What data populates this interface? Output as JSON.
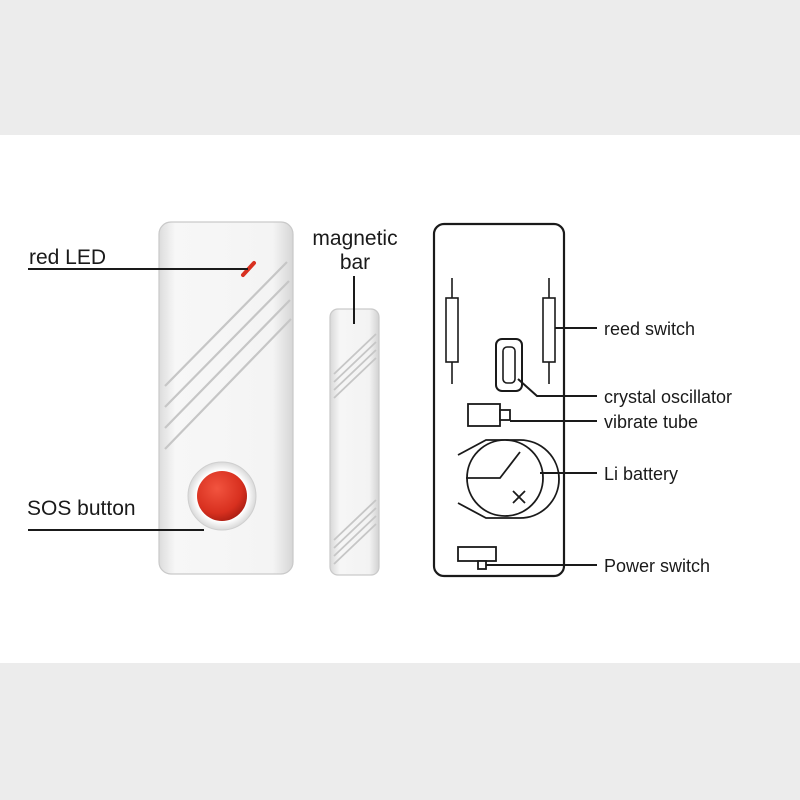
{
  "labels": {
    "red_led": "red LED",
    "sos_button": "SOS button",
    "magnetic_bar_line1": "magnetic",
    "magnetic_bar_line2": "bar",
    "reed_switch": "reed switch",
    "crystal_oscillator": "crystal oscillator",
    "vibrate_tube": "vibrate tube",
    "li_battery": "Li battery",
    "power_switch": "Power switch"
  },
  "colors": {
    "background_band": "#ececec",
    "panel": "#ffffff",
    "line": "#1a1a1a",
    "sos_button": "#e23a2c",
    "led": "#d83020"
  }
}
